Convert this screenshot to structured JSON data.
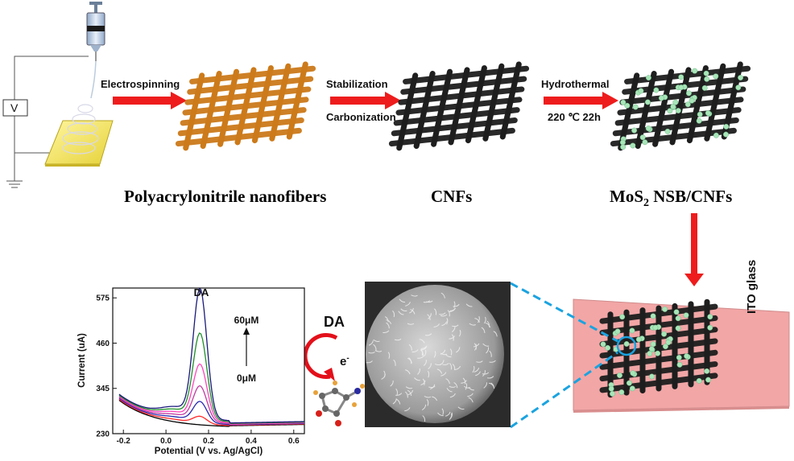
{
  "process": {
    "voltage_label": "V",
    "step1": "Electrospinning",
    "step2a": "Stabilization",
    "step2b": "Carbonization",
    "step3a": "Hydrothermal",
    "step3b": "220 ℃ 22h",
    "material1": "Polyacrylonitrile nanofibers",
    "material2": "CNFs",
    "material3_pre": "MoS",
    "material3_sub": "2",
    "material3_post": " NSB/CNFs",
    "substrate": "ITO glass"
  },
  "colors": {
    "arrow": "#ee1c1c",
    "pan_fiber": "#cc7a1a",
    "cnf_fiber": "#1e1e1e",
    "mos2_dot": "#a8e6b8",
    "ito_glass": "#f2a6a6",
    "callout": "#1aa3e0"
  },
  "sensing": {
    "analyte": "DA",
    "electron": "e",
    "electron_sup": "-"
  },
  "chart_data": {
    "type": "line",
    "title": "",
    "peak_label": "DA",
    "xlabel": "Potential (V vs. Ag/AgCl)",
    "ylabel": "Current (uA)",
    "xlim": [
      -0.25,
      0.65
    ],
    "ylim": [
      230,
      600
    ],
    "xticks": [
      "-0.2",
      "0.0",
      "0.2",
      "0.4",
      "0.6"
    ],
    "yticks": [
      "230",
      "345",
      "460",
      "575"
    ],
    "conc_high": "60μM",
    "conc_low": "0μM",
    "peak_potential": 0.16,
    "series": [
      {
        "color": "#000000",
        "peak": 0
      },
      {
        "color": "#ff2a2a",
        "peak": 18
      },
      {
        "color": "#2a2ab0",
        "peak": 52
      },
      {
        "color": "#c03aa0",
        "peak": 88
      },
      {
        "color": "#ff44bb",
        "peak": 140
      },
      {
        "color": "#1f8f2a",
        "peak": 215
      },
      {
        "color": "#1a1a7a",
        "peak": 325
      }
    ],
    "grid": false
  }
}
